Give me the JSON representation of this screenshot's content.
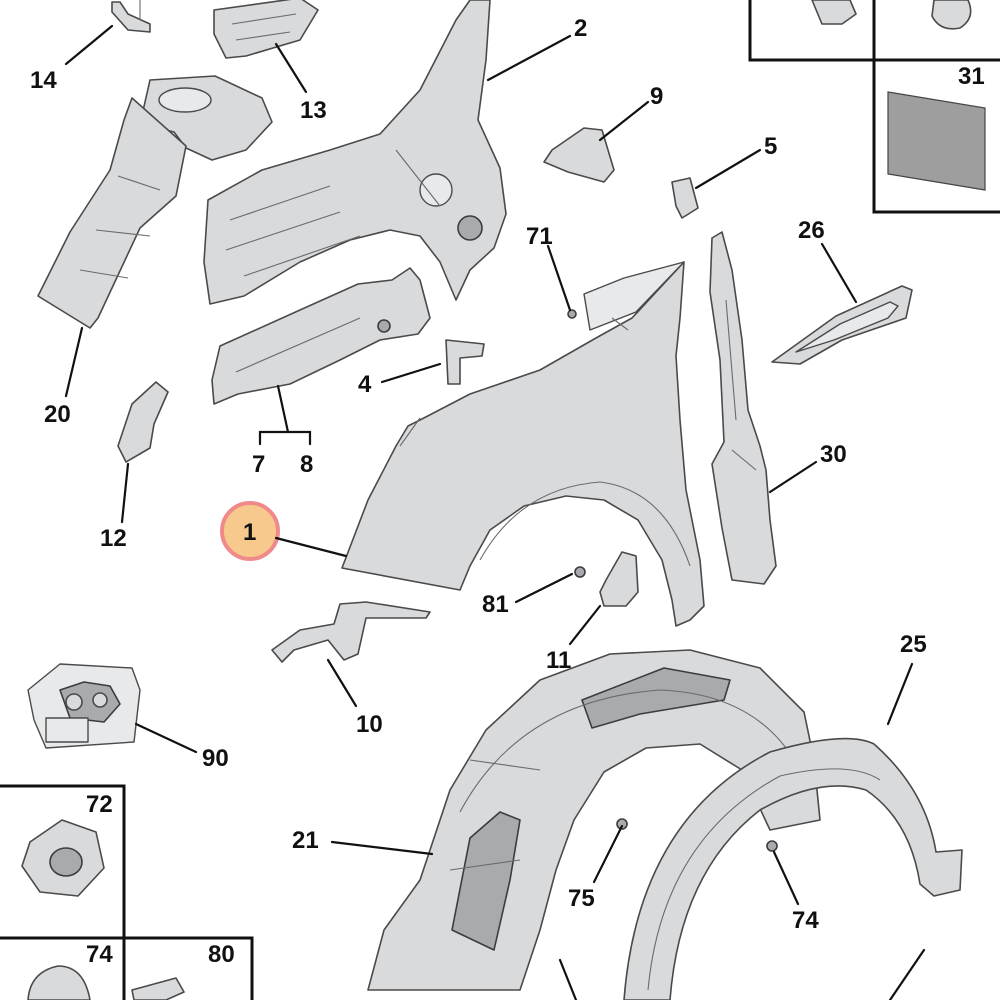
{
  "diagram": {
    "highlight_color": "#f7c98c",
    "highlight_ring_color": "#f08a8a",
    "part_fill": "#d9dadc",
    "highlighted_part": "1",
    "callouts": [
      "14",
      "2",
      "13",
      "9",
      "5",
      "31",
      "71",
      "26",
      "20",
      "4",
      "7",
      "8",
      "12",
      "30",
      "1",
      "81",
      "11",
      "25",
      "10",
      "90",
      "72",
      "21",
      "75",
      "74",
      "74",
      "80"
    ]
  }
}
